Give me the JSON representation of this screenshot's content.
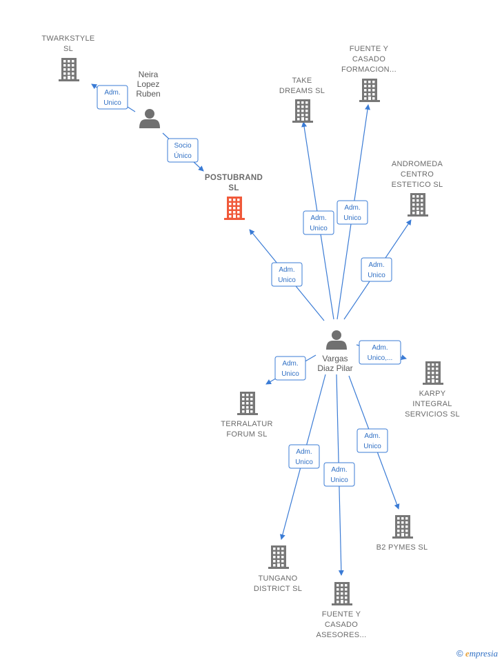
{
  "colors": {
    "edge": "#3a7bd5",
    "building": "#777777",
    "building_main": "#f0593a",
    "person": "#707070"
  },
  "nodes": [
    {
      "id": "twarkstyle",
      "type": "company",
      "lines": [
        "TWARKSTYLE",
        "SL"
      ]
    },
    {
      "id": "neira",
      "type": "person",
      "lines": [
        "Neira",
        "Lopez",
        "Ruben"
      ]
    },
    {
      "id": "postubrand",
      "type": "company",
      "main": true,
      "lines": [
        "POSTUBRAND",
        "SL"
      ]
    },
    {
      "id": "take",
      "type": "company",
      "lines": [
        "TAKE",
        "DREAMS  SL"
      ]
    },
    {
      "id": "fuente1",
      "type": "company",
      "lines": [
        "FUENTE Y",
        "CASADO",
        "FORMACION..."
      ]
    },
    {
      "id": "andromeda",
      "type": "company",
      "lines": [
        "ANDROMEDA",
        "CENTRO",
        "ESTETICO  SL"
      ]
    },
    {
      "id": "vargas",
      "type": "person",
      "lines": [
        "Vargas",
        "Diaz Pilar"
      ]
    },
    {
      "id": "karpy",
      "type": "company",
      "lines": [
        "KARPY",
        "INTEGRAL",
        "SERVICIOS SL"
      ]
    },
    {
      "id": "terralatur",
      "type": "company",
      "lines": [
        "TERRALATUR",
        "FORUM  SL"
      ]
    },
    {
      "id": "tungano",
      "type": "company",
      "lines": [
        "TUNGANO",
        "DISTRICT  SL"
      ]
    },
    {
      "id": "fuente2",
      "type": "company",
      "lines": [
        "FUENTE Y",
        "CASADO",
        "ASESORES..."
      ]
    },
    {
      "id": "b2",
      "type": "company",
      "lines": [
        "B2 PYMES  SL"
      ]
    }
  ],
  "edges": [
    {
      "from": "neira",
      "to": "twarkstyle",
      "label": [
        "Adm.",
        "Unico"
      ]
    },
    {
      "from": "neira",
      "to": "postubrand",
      "label": [
        "Socio",
        "Único"
      ]
    },
    {
      "from": "vargas",
      "to": "postubrand",
      "label": [
        "Adm.",
        "Unico"
      ]
    },
    {
      "from": "vargas",
      "to": "take",
      "label": [
        "Adm.",
        "Unico"
      ]
    },
    {
      "from": "vargas",
      "to": "fuente1",
      "label": [
        "Adm.",
        "Unico"
      ]
    },
    {
      "from": "vargas",
      "to": "andromeda",
      "label": [
        "Adm.",
        "Unico"
      ]
    },
    {
      "from": "vargas",
      "to": "karpy",
      "label": [
        "Adm.",
        "Unico,..."
      ]
    },
    {
      "from": "vargas",
      "to": "terralatur",
      "label": [
        "Adm.",
        "Unico"
      ]
    },
    {
      "from": "vargas",
      "to": "tungano",
      "label": [
        "Adm.",
        "Unico"
      ]
    },
    {
      "from": "vargas",
      "to": "fuente2",
      "label": [
        "Adm.",
        "Unico"
      ]
    },
    {
      "from": "vargas",
      "to": "b2",
      "label": [
        "Adm.",
        "Unico"
      ]
    }
  ],
  "footer": {
    "copyright": "©",
    "brand_initial": "e",
    "brand_rest": "mpresia"
  }
}
